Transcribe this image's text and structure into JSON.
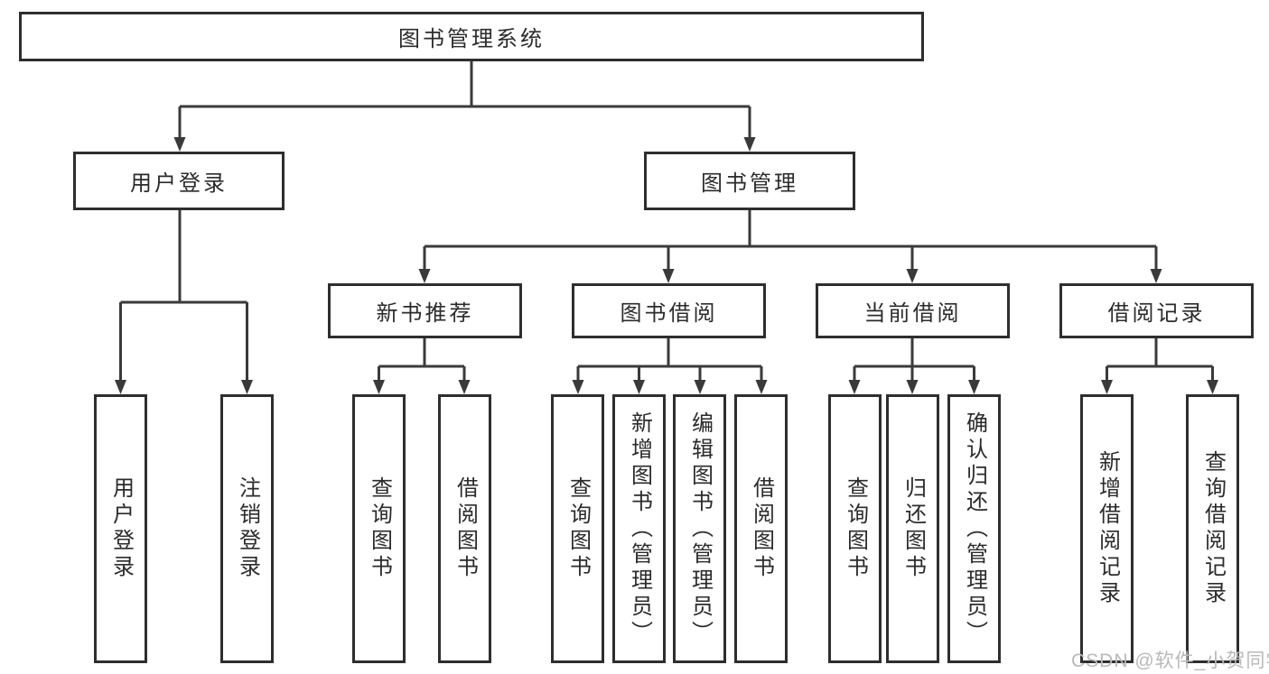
{
  "tree": {
    "label": "图书管理系统",
    "children": [
      {
        "label": "用户登录",
        "children": [
          {
            "label": "用户登录"
          },
          {
            "label": "注销登录"
          }
        ]
      },
      {
        "label": "图书管理",
        "children": [
          {
            "label": "新书推荐",
            "children": [
              {
                "label": "查询图书"
              },
              {
                "label": "借阅图书"
              }
            ]
          },
          {
            "label": "图书借阅",
            "children": [
              {
                "label": "查询图书"
              },
              {
                "label": "新增图书（管理员）"
              },
              {
                "label": "编辑图书（管理员）"
              },
              {
                "label": "借阅图书"
              }
            ]
          },
          {
            "label": "当前借阅",
            "children": [
              {
                "label": "查询图书"
              },
              {
                "label": "归还图书"
              },
              {
                "label": "确认归还（管理员）"
              }
            ]
          },
          {
            "label": "借阅记录",
            "children": [
              {
                "label": "新增借阅记录"
              },
              {
                "label": "查询借阅记录"
              }
            ]
          }
        ]
      }
    ]
  },
  "watermark": {
    "text": "CSDN @软件_小贺同学"
  },
  "colors": {
    "line": "#3a3a3a",
    "box_border": "#2e2e2e",
    "text": "#2b2b2b",
    "watermark": "#b9b9b9",
    "background": "#ffffff"
  }
}
